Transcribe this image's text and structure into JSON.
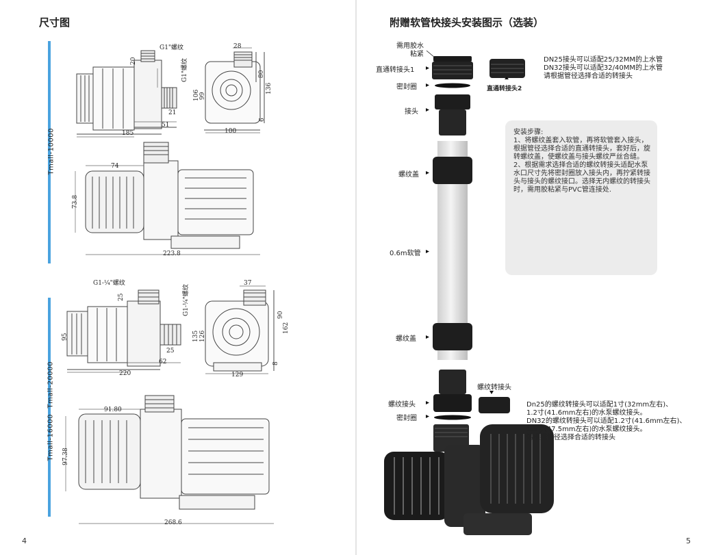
{
  "left_page": {
    "title": "尺寸图",
    "page_number": "4",
    "models": [
      {
        "label": "Tmall-10000"
      },
      {
        "label": "Tmall-20000"
      },
      {
        "label": "Tmall-16000"
      }
    ],
    "drawing1": {
      "thread_top": "G1\"螺纹",
      "thread_side": "G1\"螺纹",
      "d20": "20",
      "d185": "185",
      "d51": "51",
      "d21": "21",
      "d28": "28",
      "d80": "80",
      "d136": "136",
      "d106": "106",
      "d99": "99",
      "d6": "6",
      "d100": "100",
      "d74": "74",
      "d73_8": "73.8",
      "d223_8": "223.8"
    },
    "drawing2": {
      "thread_top": "G1-¼\"螺纹",
      "thread_side": "G1-¼\"螺纹",
      "d25a": "25",
      "d95": "95",
      "d25b": "25",
      "d62": "62",
      "d220": "220",
      "d37": "37",
      "d90": "90",
      "d162": "162",
      "d135": "135",
      "d126": "126",
      "d8": "8",
      "d129": "129",
      "d91_80": "91.80",
      "d97_38": "97.38",
      "d268_6": "268.6"
    }
  },
  "right_page": {
    "title": "附赠软管快接头安装图示（选装）",
    "page_number": "5",
    "labels": {
      "glue": "需用胶水\n粘紧",
      "straight1": "直通转接头1",
      "seal1": "密封圈",
      "connector": "接头",
      "nut1": "螺纹盖",
      "hose": "0.6m软管",
      "nut2": "螺纹盖",
      "thread_conn": "螺纹接头",
      "seal2": "密封圈",
      "straight2": "直通转接头2",
      "thread_adapter": "螺纹转接头"
    },
    "note_top": [
      "DN25接头可以适配25/32MM的上水管",
      "DN32接头可以适配32/40MM的上水管",
      "请根据管径选择合适的转接头"
    ],
    "steps_title": "安装步骤:",
    "steps": [
      "1、将螺纹盖套入软管，再将软管套入接头，根据管径选择合适的直通转接头，套好后，旋转螺纹盖，使螺纹盖与接头螺纹严丝合缝。",
      "2、根据需求选择合适的螺纹转接头适配水泵水口尺寸先将密封圈放入接头内，再拧紧转接头与接头的螺纹接口。选择无内螺纹的转接头时，需用胶粘紧与PVC管连接处."
    ],
    "note_bottom": [
      "Dn25的螺纹转接头可以适配1寸(32mm左右)、",
      "1.2寸(41.6mm左右)的水泵螺纹接头。",
      "DN32的螺纹转接头可以适配1.2寸(41.6mm左右)、",
      "1.5寸(47.5mm左右)的水泵螺纹接头。",
      "请根据管径选择合适的转接头"
    ]
  }
}
